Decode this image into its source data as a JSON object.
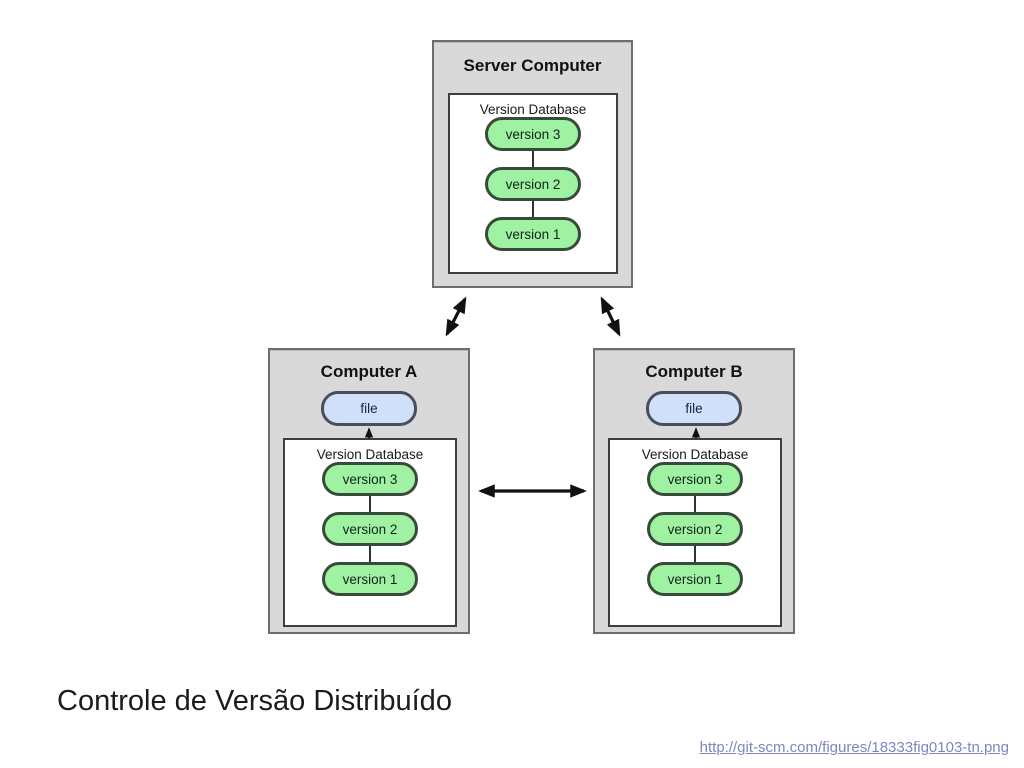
{
  "caption": "Controle de Versão Distribuído",
  "footer_link": {
    "text": "http://git-scm.com/figures/18333fig0103-tn.png",
    "href": "http://git-scm.com/figures/18333fig0103-tn.png"
  },
  "server": {
    "title": "Server Computer",
    "database": {
      "label": "Version Database",
      "versions": [
        "version 3",
        "version 2",
        "version 1"
      ]
    }
  },
  "computer_a": {
    "title": "Computer A",
    "file_label": "file",
    "database": {
      "label": "Version Database",
      "versions": [
        "version 3",
        "version 2",
        "version 1"
      ]
    }
  },
  "computer_b": {
    "title": "Computer B",
    "file_label": "file",
    "database": {
      "label": "Version Database",
      "versions": [
        "version 3",
        "version 2",
        "version 1"
      ]
    }
  },
  "colors": {
    "machine_box_fill": "#d9d9d9",
    "machine_box_border": "#6e6e6e",
    "database_box_fill": "#ffffff",
    "database_box_border": "#3f3f3f",
    "version_pill_fill": "#9ef2a2",
    "version_pill_border": "#384a39",
    "file_pill_fill": "#cfe0f8",
    "file_pill_border": "#474e5c",
    "arrow": "#111111",
    "caption_text": "#1b1b1b",
    "link_text": "#7b87c0"
  }
}
